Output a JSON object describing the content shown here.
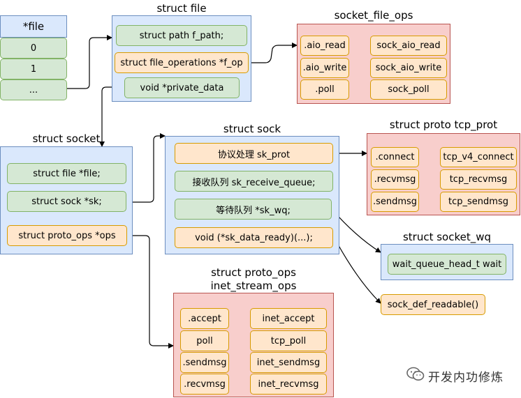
{
  "file_array": {
    "header": "*file",
    "items": [
      "0",
      "1",
      "..."
    ]
  },
  "struct_file": {
    "title": "struct file",
    "fields": [
      "struct path f_path;",
      "struct file_operations *f_op",
      "void *private_data"
    ]
  },
  "socket_file_ops": {
    "title": "socket_file_ops",
    "rows": [
      {
        "op": ".aio_read",
        "impl": "sock_aio_read"
      },
      {
        "op": ".aio_write",
        "impl": "sock_aio_write"
      },
      {
        "op": ".poll",
        "impl": "sock_poll"
      }
    ]
  },
  "struct_socket": {
    "title": "struct socket",
    "fields": [
      "struct file *file;",
      "struct sock *sk;",
      "struct proto_ops *ops"
    ]
  },
  "struct_sock": {
    "title": "struct sock",
    "fields": [
      "协议处理 sk_prot",
      "接收队列 sk_receive_queue;",
      "等待队列 *sk_wq;",
      "void  (*sk_data_ready)(...);"
    ]
  },
  "struct_proto_tcp_prot": {
    "title": "struct proto tcp_prot",
    "rows": [
      {
        "op": ".connect",
        "impl": "tcp_v4_connect"
      },
      {
        "op": ".recvmsg",
        "impl": "tcp_recvmsg"
      },
      {
        "op": ".sendmsg",
        "impl": "tcp_sendmsg"
      }
    ]
  },
  "struct_socket_wq": {
    "title": "struct socket_wq",
    "field": "wait_queue_head_t wait"
  },
  "sock_def_readable": {
    "label": "sock_def_readable()"
  },
  "inet_stream_ops": {
    "title_line1": "struct proto_ops",
    "title_line2": "inet_stream_ops",
    "rows": [
      {
        "op": ".accept",
        "impl": "inet_accept"
      },
      {
        "op": "poll",
        "impl": "tcp_poll"
      },
      {
        "op": ".sendmsg",
        "impl": "inet_sendmsg"
      },
      {
        "op": ".recvmsg",
        "impl": "inet_recvmsg"
      }
    ]
  },
  "watermark": {
    "text": "开发内功修炼",
    "icon": "wechat-icon"
  },
  "colors": {
    "blue_fill": "#dae8fc",
    "red_fill": "#f8cecc",
    "green_fill": "#d5e8d4",
    "orange_fill": "#ffe6cc"
  }
}
